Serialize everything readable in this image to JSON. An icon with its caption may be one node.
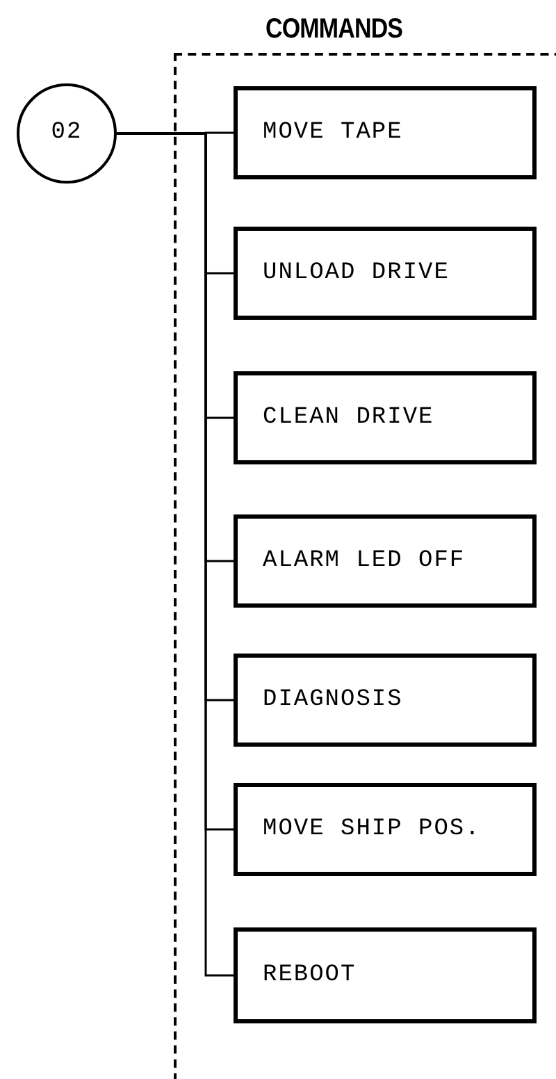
{
  "diagram": {
    "nodes": [
      {
        "text": [
          "COMMANDS"
        ]
      },
      {
        "text": [
          "02"
        ]
      },
      {
        "text": [
          "MOVE TAPE"
        ],
        "in": 0
      },
      {
        "text": [
          "UNLOAD DRIVE"
        ],
        "in": 0
      },
      {
        "text": [
          "CLEAN DRIVE"
        ],
        "in": 0
      },
      {
        "text": [
          "ALARM LED OFF"
        ],
        "in": 0
      },
      {
        "text": [
          "DIAGNOSIS"
        ],
        "in": 0
      },
      {
        "text": [
          "MOVE SHIP POS."
        ],
        "in": 0
      },
      {
        "text": [
          "REBOOT"
        ],
        "in": 0
      }
    ],
    "edges": [
      {
        "from": 1,
        "to": 2,
        "arrow": "none"
      },
      {
        "from": 1,
        "to": 3,
        "arrow": "none"
      },
      {
        "from": 1,
        "to": 4,
        "arrow": "none"
      },
      {
        "from": 1,
        "to": 5,
        "arrow": "none"
      },
      {
        "from": 1,
        "to": 6,
        "arrow": "none"
      },
      {
        "from": 1,
        "to": 7,
        "arrow": "none"
      },
      {
        "from": 1,
        "to": 8,
        "arrow": "none"
      }
    ]
  }
}
